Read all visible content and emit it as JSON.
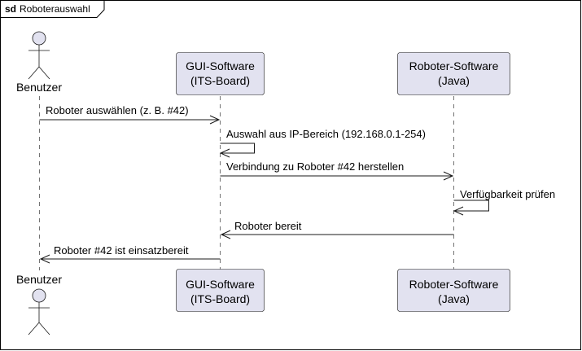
{
  "diagram": {
    "frame": {
      "keyword": "sd",
      "name": "Roboterauswahl"
    },
    "actor": {
      "name": "Benutzer"
    },
    "participants": [
      {
        "line1": "GUI-Software",
        "line2": "(ITS-Board)"
      },
      {
        "line1": "Roboter-Software",
        "line2": "(Java)"
      }
    ],
    "messages": [
      {
        "from": "Benutzer",
        "to": "GUI-Software",
        "label": "Roboter auswählen (z. B. #42)"
      },
      {
        "from": "GUI-Software",
        "to": "GUI-Software",
        "label": "Auswahl aus IP-Bereich (192.168.0.1-254)"
      },
      {
        "from": "GUI-Software",
        "to": "Roboter-Software",
        "label": "Verbindung zu Roboter #42 herstellen"
      },
      {
        "from": "Roboter-Software",
        "to": "Roboter-Software",
        "label": "Verfügbarkeit prüfen"
      },
      {
        "from": "Roboter-Software",
        "to": "GUI-Software",
        "label": "Roboter bereit"
      },
      {
        "from": "GUI-Software",
        "to": "Benutzer",
        "label": "Roboter #42 ist einsatzbereit"
      }
    ],
    "colors": {
      "participant_fill": "#E2E2F0",
      "participant_stroke": "#181818",
      "lifeline": "#181818",
      "arrow": "#181818",
      "frame": "#000000"
    }
  }
}
